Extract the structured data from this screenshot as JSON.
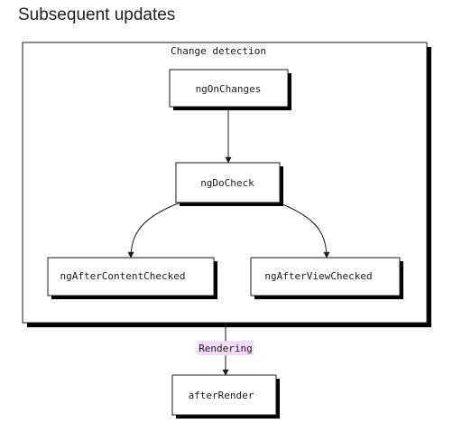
{
  "title": "Subsequent updates",
  "cluster": {
    "label": "Change detection"
  },
  "nodes": {
    "ng_on_changes": "ngOnChanges",
    "ng_do_check": "ngDoCheck",
    "ng_after_content_checked": "ngAfterContentChecked",
    "ng_after_view_checked": "ngAfterViewChecked",
    "after_render": "afterRender"
  },
  "edges": {
    "rendering_label": "Rendering"
  },
  "colors": {
    "edge_label_background": "#f2dcf7",
    "shadow": "#000000",
    "stroke": "#1a1a1a"
  }
}
